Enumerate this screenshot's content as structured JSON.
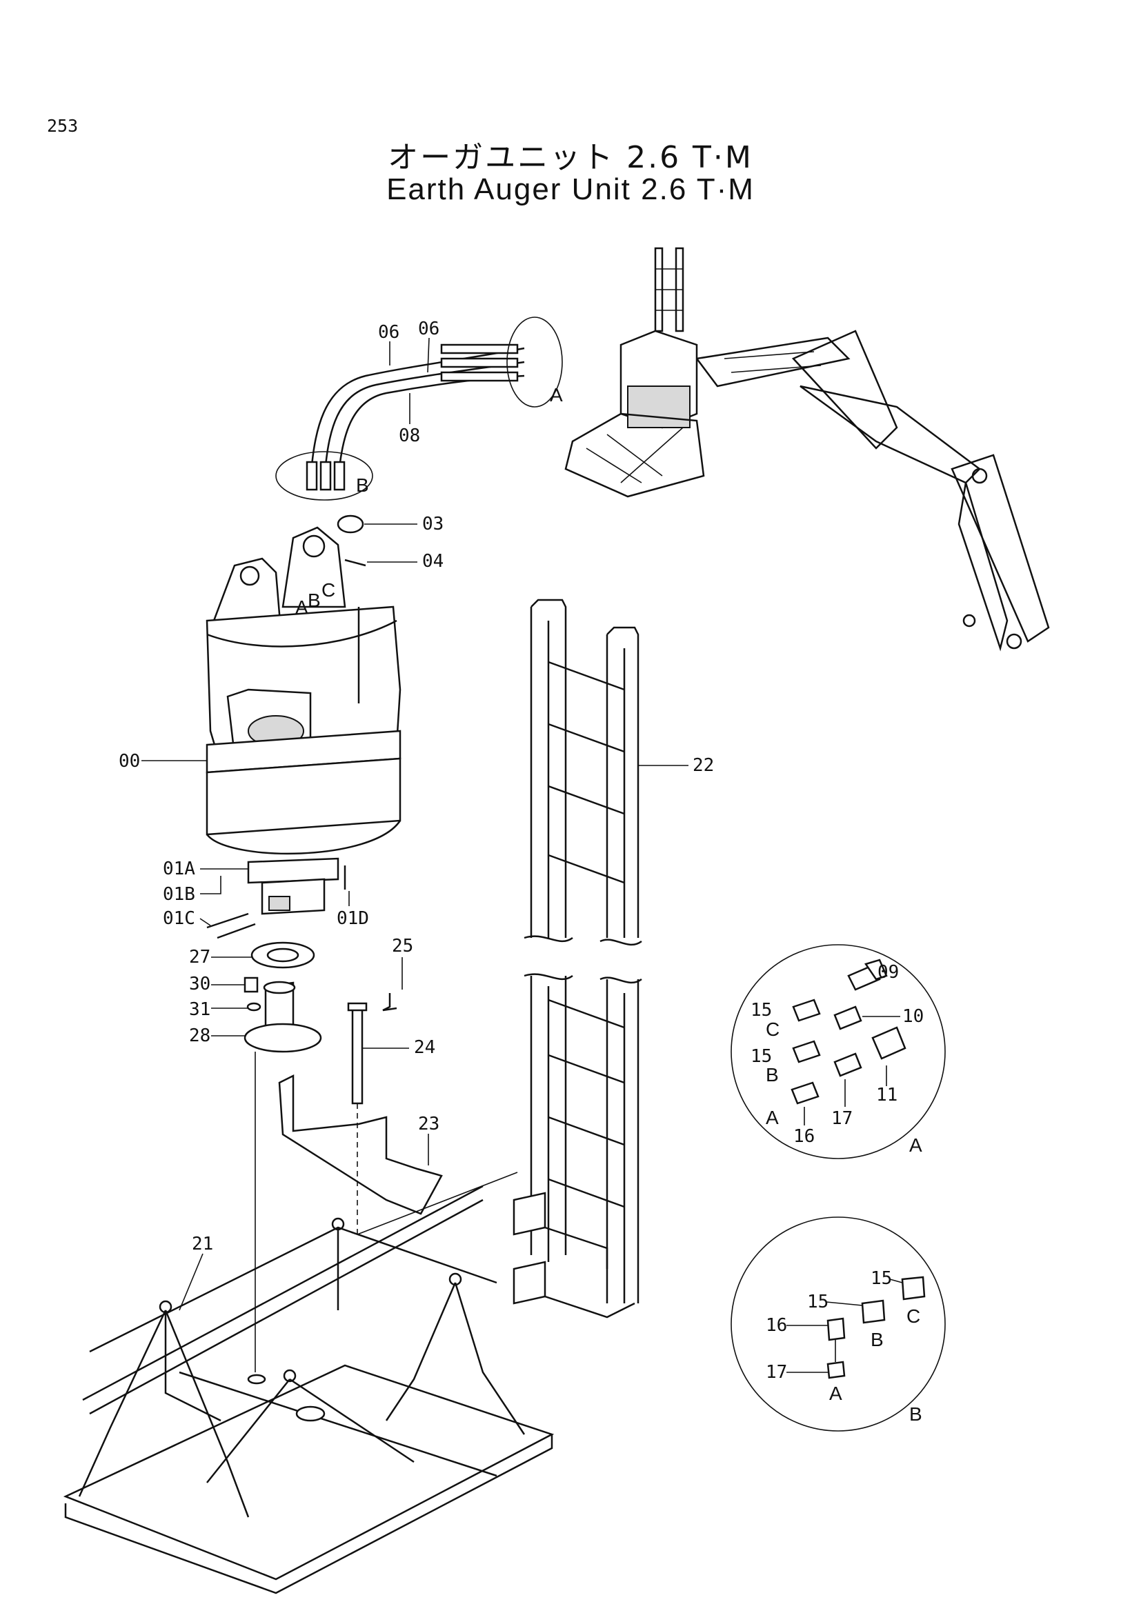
{
  "page": {
    "number": "253",
    "title_jp": "オーガユニット 2.6 T·M",
    "title_en": "Earth Auger Unit 2.6 T·M"
  },
  "callouts": {
    "c06a": "06",
    "c06b": "06",
    "c08": "08",
    "c03": "03",
    "c04": "04",
    "c00": "00",
    "c01a": "01A",
    "c01b": "01B",
    "c01c": "01C",
    "c01d": "01D",
    "c27": "27",
    "c30": "30",
    "c31": "31",
    "c28": "28",
    "c25": "25",
    "c24": "24",
    "c23": "23",
    "c22": "22",
    "c21": "21"
  },
  "port_labels": {
    "A": "A",
    "B": "B",
    "C": "C"
  },
  "detail_a": {
    "label": "A",
    "c09": "09",
    "c10": "10",
    "c11": "11",
    "c15c": "15",
    "c15b": "15",
    "c16": "16",
    "c17": "17",
    "sub_c": "C",
    "sub_b": "B",
    "sub_a": "A"
  },
  "detail_b": {
    "label": "B",
    "c15a": "15",
    "c15b": "15",
    "c16": "16",
    "c17": "17",
    "sub_c": "C",
    "sub_b": "B",
    "sub_a": "A"
  },
  "view_labels": {
    "hose_a": "A",
    "hose_b": "B"
  }
}
